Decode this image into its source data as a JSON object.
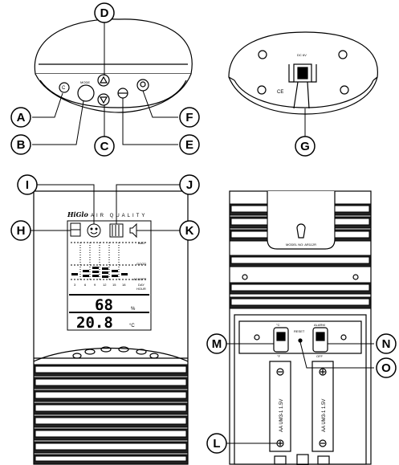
{
  "callouts": [
    "A",
    "B",
    "C",
    "D",
    "E",
    "F",
    "G",
    "H",
    "I",
    "J",
    "K",
    "L",
    "M",
    "N",
    "O"
  ],
  "top_view": {
    "mode_label": "MODE",
    "c_symbol": "C"
  },
  "bottom_view": {
    "dc_label": "DC 6V",
    "ce_mark": "CE"
  },
  "display": {
    "brand": "HiGlo",
    "subtitle": "AIR QUALITY",
    "scale_top": "BAD",
    "scale_mid": "GOOD",
    "scale_low": "ACCEPT",
    "day_label": "DAY",
    "hour_label": "HOUR",
    "hour_ticks": [
      "3",
      "6",
      "9",
      "12",
      "15",
      "18"
    ],
    "humidity": "68",
    "humidity_unit": "%",
    "temperature": "20.8",
    "temperature_unit": "°C"
  },
  "back_panel": {
    "model_text": "MODEL NO: AR112R",
    "switch_left_top": "°C",
    "switch_left_bottom": "°F",
    "switch_mid": "RESET",
    "switch_right_top": "ALARM",
    "switch_right_bottom": "OFF",
    "battery_label": "AA UM3-1 1.5V"
  }
}
